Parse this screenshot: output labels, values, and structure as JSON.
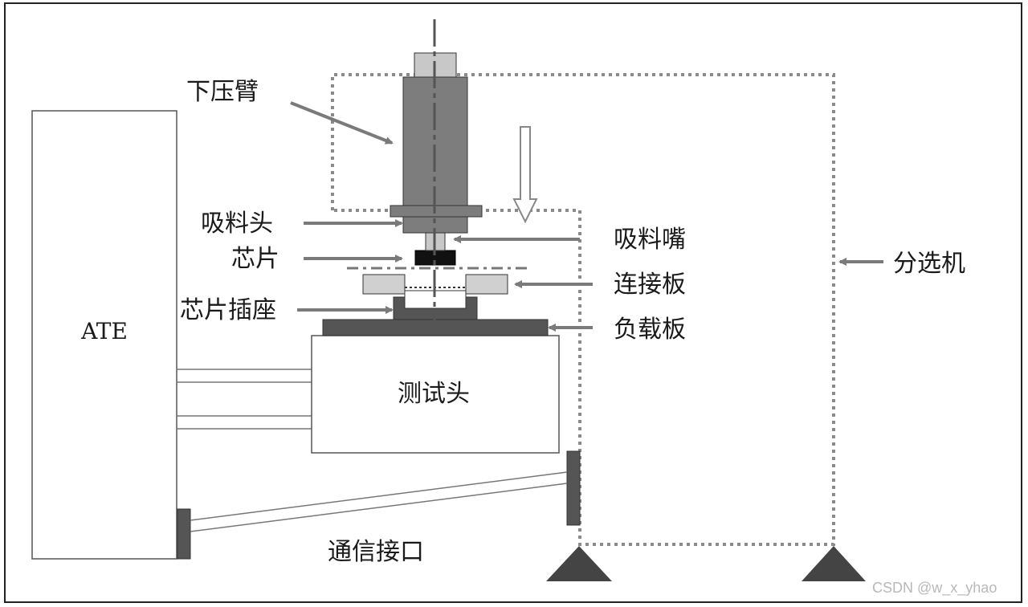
{
  "labels": {
    "press_arm": "下压臂",
    "pickup_head": "吸料头",
    "chip": "芯片",
    "chip_socket": "芯片插座",
    "nozzle": "吸料嘴",
    "connection_board": "连接板",
    "load_board": "负载板",
    "handler": "分选机",
    "ate": "ATE",
    "test_head": "测试头",
    "comm_interface": "通信接口"
  },
  "watermark": "CSDN @w_x_yhao",
  "colors": {
    "frame": "#222222",
    "dark_gray": "#555555",
    "mid_gray": "#7d7d7d",
    "light_gray": "#c8c8c8",
    "dotted": "#8a8a8a",
    "arrow": "#7a7a7a",
    "chip_black": "#111111"
  }
}
